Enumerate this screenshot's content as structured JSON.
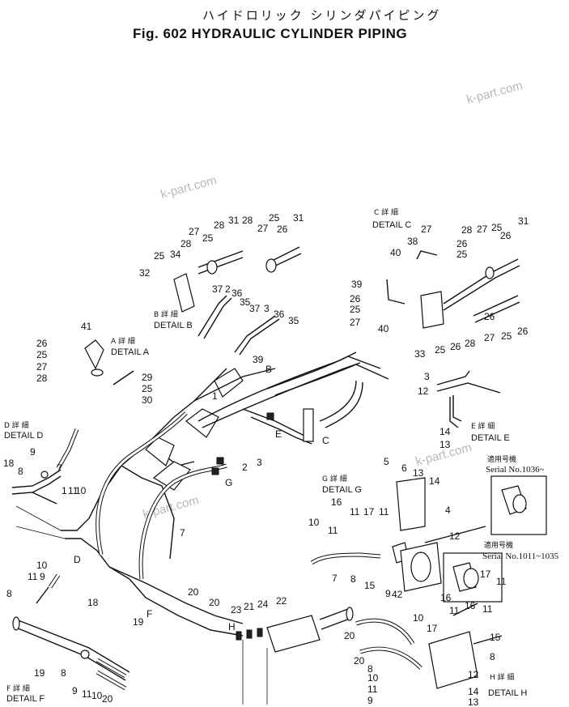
{
  "title": {
    "japanese": "ハイドロリック シリンダパイピング",
    "english": "Fig. 602 HYDRAULIC CYLINDER PIPING"
  },
  "watermark": "k-part.com",
  "details": [
    {
      "jp": "A 詳 細",
      "en": "DETAIL A"
    },
    {
      "jp": "B 詳 細",
      "en": "DETAIL B"
    },
    {
      "jp": "C 詳 細",
      "en": "DETAIL C"
    },
    {
      "jp": "D 詳 細",
      "en": "DETAIL D"
    },
    {
      "jp": "E 詳 細",
      "en": "DETAIL E"
    },
    {
      "jp": "F 詳 細",
      "en": "DETAIL F"
    },
    {
      "jp": "G 詳 細",
      "en": "DETAIL G"
    },
    {
      "jp": "H 詳 細",
      "en": "DETAIL H"
    }
  ],
  "serials": [
    {
      "jp": "適用号機",
      "en": "Serial No.1036~"
    },
    {
      "jp": "適用号機",
      "en": "Serial No.1011~1035"
    }
  ],
  "markers": [
    "B",
    "C",
    "D",
    "E",
    "F",
    "G",
    "H"
  ],
  "part_numbers": [
    "1",
    "2",
    "3",
    "4",
    "5",
    "6",
    "7",
    "8",
    "9",
    "10",
    "11",
    "12",
    "13",
    "14",
    "15",
    "16",
    "17",
    "18",
    "19",
    "20",
    "21",
    "22",
    "23",
    "24",
    "25",
    "26",
    "27",
    "28",
    "29",
    "30",
    "31",
    "32",
    "33",
    "34",
    "35",
    "36",
    "37",
    "38",
    "39",
    "40",
    "41",
    "42"
  ]
}
